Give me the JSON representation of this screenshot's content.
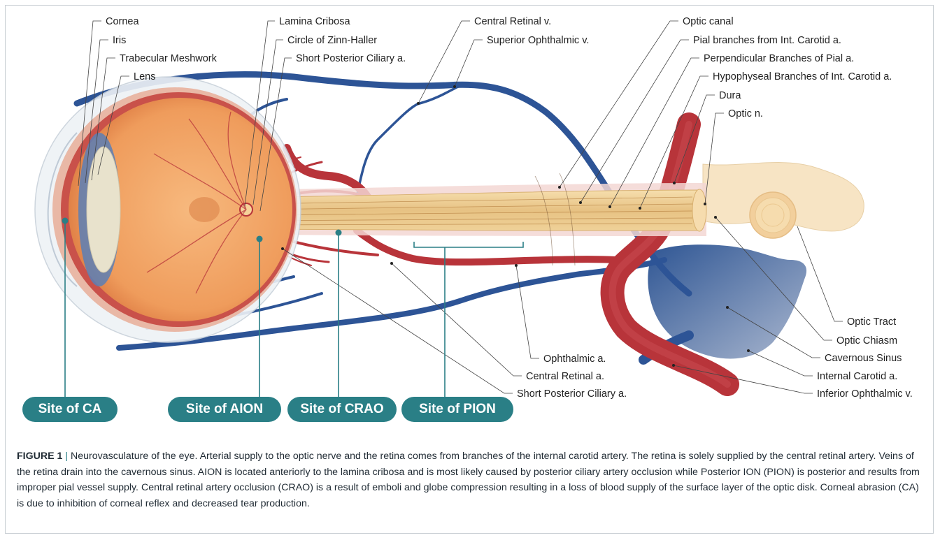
{
  "labels": {
    "cornea": "Cornea",
    "iris": "Iris",
    "trabecular_meshwork": "Trabecular Meshwork",
    "lens": "Lens",
    "lamina_cribosa": "Lamina Cribosa",
    "circle_zinn_haller": "Circle of Zinn-Haller",
    "short_posterior_ciliary_top": "Short Posterior Ciliary a.",
    "central_retinal_v": "Central Retinal v.",
    "superior_ophthalmic_v": "Superior Ophthalmic v.",
    "optic_canal": "Optic canal",
    "pial_branches": "Pial branches from Int. Carotid a.",
    "perpendicular_branches": "Perpendicular Branches of Pial a.",
    "hypophyseal_branches": "Hypophyseal Branches of Int. Carotid a.",
    "dura": "Dura",
    "optic_n": "Optic n.",
    "optic_tract": "Optic Tract",
    "optic_chiasm": "Optic Chiasm",
    "cavernous_sinus": "Cavernous Sinus",
    "internal_carotid": "Internal Carotid a.",
    "inferior_ophthalmic_v": "Inferior Ophthalmic v.",
    "ophthalmic_a": "Ophthalmic a.",
    "central_retinal_a": "Central Retinal a.",
    "short_posterior_ciliary_bottom": "Short Posterior Ciliary a."
  },
  "sites": {
    "ca": "Site of CA",
    "aion": "Site of AION",
    "crao": "Site of CRAO",
    "pion": "Site of PION"
  },
  "caption": {
    "label": "FIGURE 1",
    "separator": "|",
    "text": "Neurovasculature of the eye. Arterial supply to the optic nerve and the retina comes from branches of the internal carotid artery. The retina is solely supplied by the central retinal artery. Veins of the retina drain into the cavernous sinus. AION is located anteriorly to the lamina cribosa and is most likely caused by posterior ciliary artery occlusion while Posterior ION (PION) is posterior and results from improper pial vessel supply. Central retinal artery occlusion (CRAO) is a result of emboli and globe compression resulting in a loss of blood supply of the surface layer of the optic disk. Corneal abrasion (CA) is due to inhibition of corneal reflex and decreased tear production."
  },
  "colors": {
    "artery": "#b8343a",
    "vein": "#2d5496",
    "nerve": "#e8c98a",
    "eye": "#f2a76a",
    "site": "#2a7f86",
    "sinus": "#3d5f97"
  }
}
